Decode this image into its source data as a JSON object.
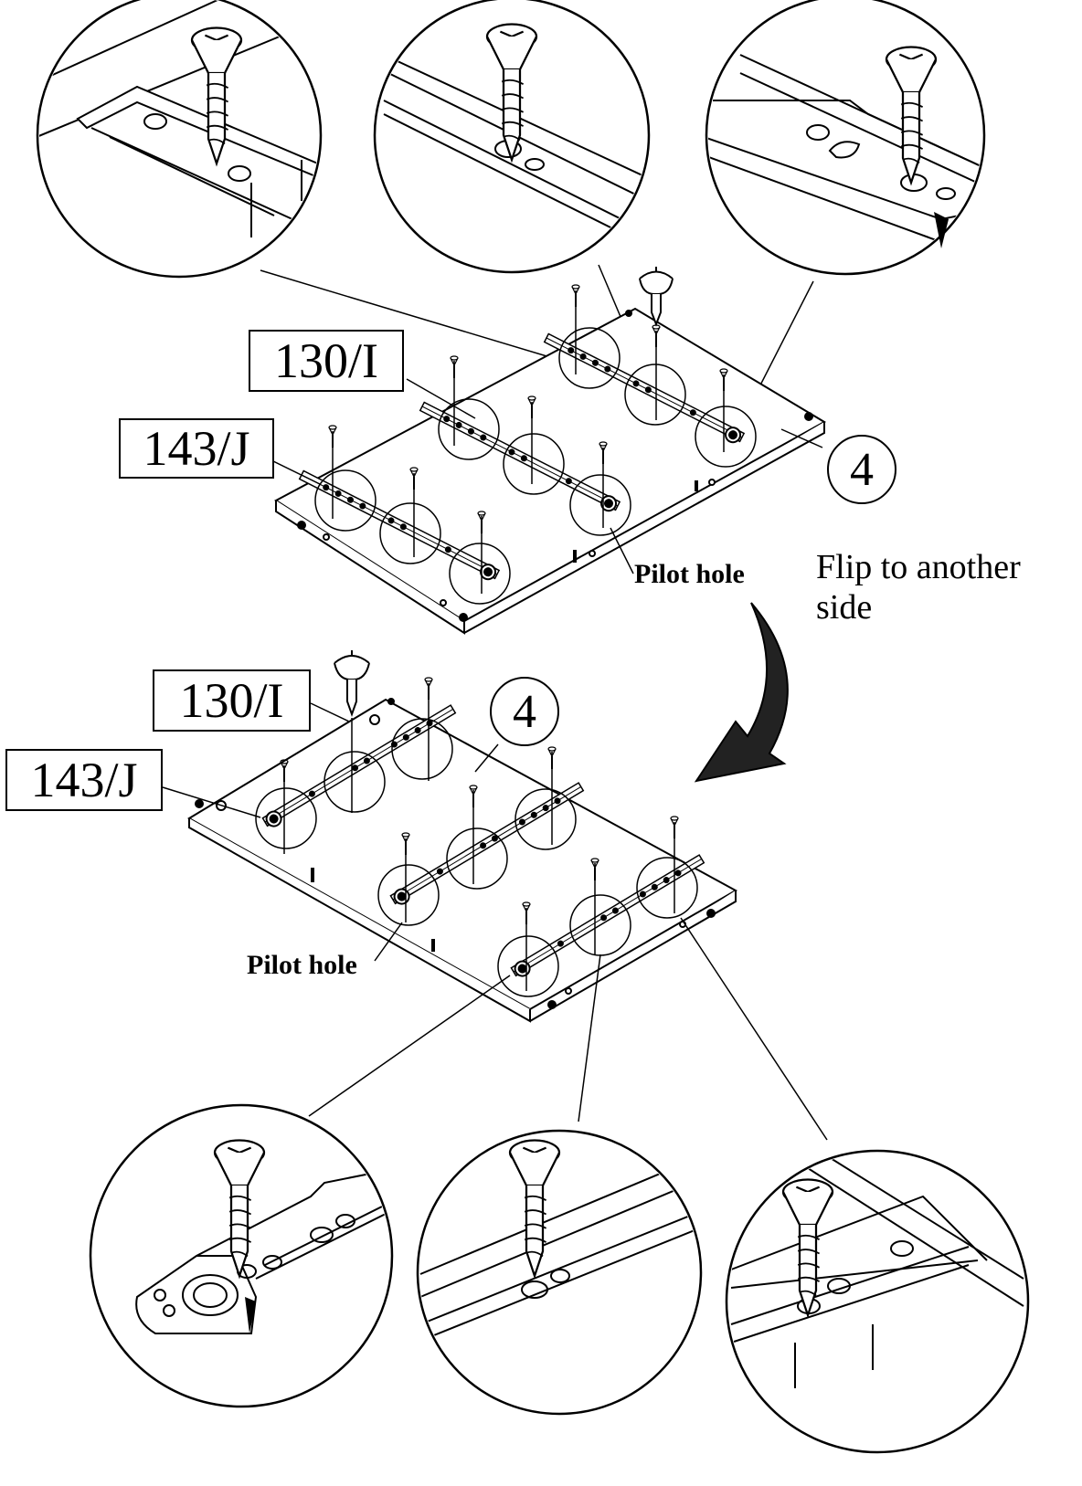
{
  "step_top": {
    "screw_label": "130/I",
    "dowel_label": "143/J",
    "panel_number": "4",
    "pilot_hole_label": "Pilot hole"
  },
  "flip_instruction": {
    "line1": "Flip to another",
    "line2": "side"
  },
  "step_bottom": {
    "screw_label": "130/I",
    "dowel_label": "143/J",
    "panel_number": "4",
    "pilot_hole_label": "Pilot hole"
  },
  "icons": {
    "screwdriver": "screwdriver-icon",
    "screw": "screw-icon",
    "flip_arrow": "curved-arrow-icon"
  }
}
